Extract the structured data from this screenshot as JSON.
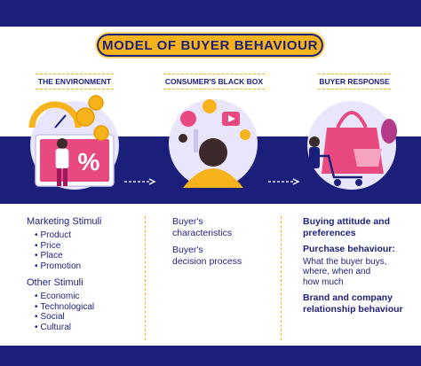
{
  "title": "MODEL OF BUYER BEHAVIOUR",
  "sections": {
    "environment": "THE ENVIRONMENT",
    "black_box": "CONSUMER'S BLACK BOX",
    "response": "BUYER RESPONSE"
  },
  "illustrations": {
    "percent_symbol": "%"
  },
  "environment": {
    "marketing_heading": "Marketing Stimuli",
    "marketing_items": [
      "Product",
      "Price",
      "Place",
      "Promotion"
    ],
    "other_heading": "Other Stimuli",
    "other_items": [
      "Economic",
      "Technological",
      "Social",
      "Cultural"
    ]
  },
  "black_box": {
    "characteristics_line1": "Buyer's",
    "characteristics_line2": "characteristics",
    "decision_line1": "Buyer's",
    "decision_line2": "decision process"
  },
  "response": {
    "attitude_line1": "Buying attitude and",
    "attitude_line2": "preferences",
    "purchase_heading": "Purchase behaviour:",
    "purchase_detail_line1": "What the buyer buys,",
    "purchase_detail_line2": "where, when and",
    "purchase_detail_line3": "how much",
    "brand_line1": "Brand and company",
    "brand_line2": "relationship behaviour"
  },
  "colors": {
    "navy": "#1c1f7a",
    "gold": "#f6b31b",
    "pink": "#e84a7f",
    "lavender": "#e9e6fb"
  }
}
